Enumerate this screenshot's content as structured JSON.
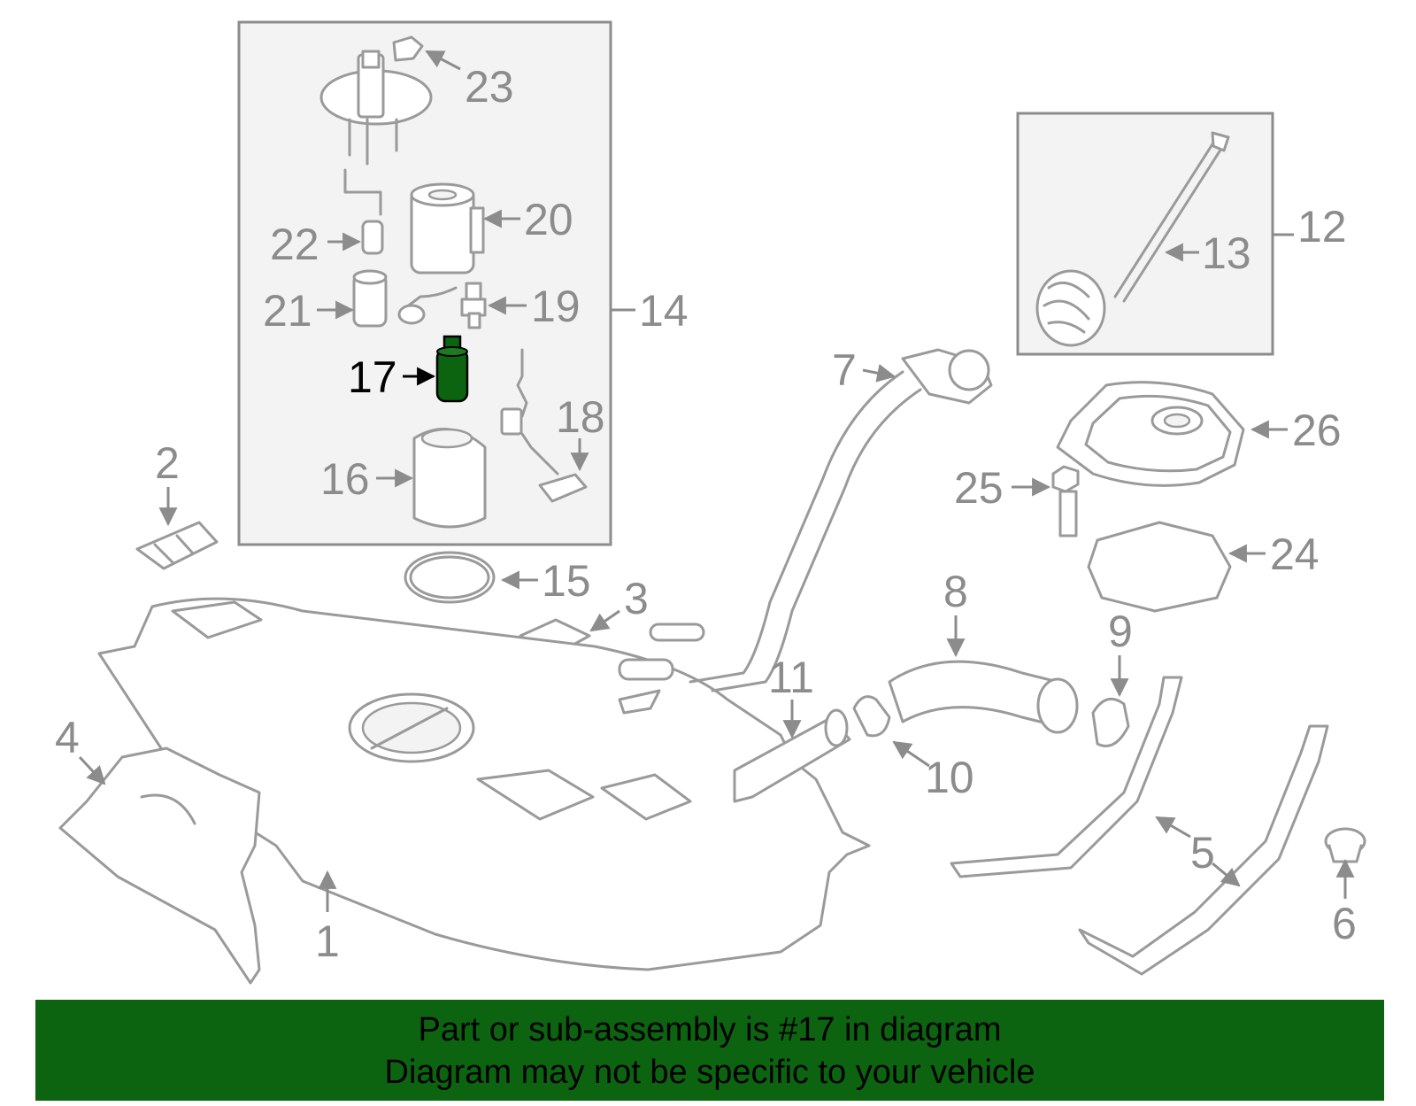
{
  "diagram": {
    "highlight_color": "#0c6410",
    "highlighted_part": "17",
    "callouts": {
      "c1": "1",
      "c2": "2",
      "c3": "3",
      "c4": "4",
      "c5": "5",
      "c6": "6",
      "c7": "7",
      "c8": "8",
      "c9": "9",
      "c10": "10",
      "c11": "11",
      "c12": "12",
      "c13": "13",
      "c14": "14",
      "c15": "15",
      "c16": "16",
      "c17": "17",
      "c18": "18",
      "c19": "19",
      "c20": "20",
      "c21": "21",
      "c22": "22",
      "c23": "23",
      "c24": "24",
      "c25": "25",
      "c26": "26"
    }
  },
  "banner": {
    "line1": "Part or sub-assembly is #17 in diagram",
    "line2": "Diagram may not be specific to your vehicle",
    "background": "#0c6410"
  }
}
